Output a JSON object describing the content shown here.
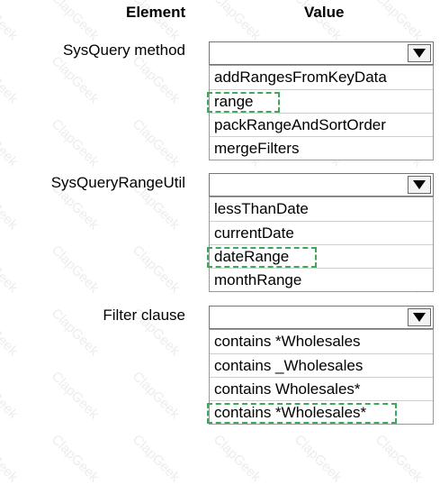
{
  "headers": {
    "element": "Element",
    "value": "Value"
  },
  "rows": [
    {
      "label": "SysQuery method",
      "selected": "",
      "options": [
        "addRangesFromKeyData",
        "range",
        "packRangeAndSortOrder",
        "mergeFilters"
      ],
      "answer_index": 1
    },
    {
      "label": "SysQueryRangeUtil",
      "selected": "",
      "options": [
        "lessThanDate",
        "currentDate",
        "dateRange",
        "monthRange"
      ],
      "answer_index": 2
    },
    {
      "label": "Filter clause",
      "selected": "",
      "options": [
        "contains *Wholesales",
        "contains _Wholesales",
        "contains Wholesales*",
        "contains *Wholesales*"
      ],
      "answer_index": 3
    }
  ],
  "colors": {
    "answer_outline": "#3fa85a",
    "border": "#767676"
  },
  "watermark": "ClapGeek"
}
